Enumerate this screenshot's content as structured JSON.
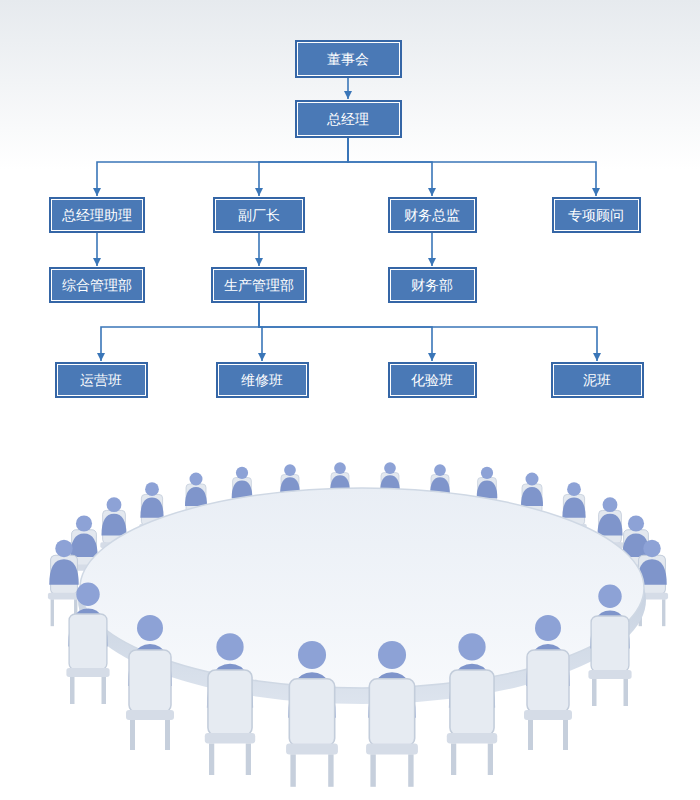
{
  "diagram": {
    "nodes": [
      {
        "text": [
          "董事会"
        ]
      },
      {
        "text": [
          "总经理"
        ]
      },
      {
        "text": [
          "总经理助理"
        ]
      },
      {
        "text": [
          "副厂长"
        ]
      },
      {
        "text": [
          "财务总监"
        ]
      },
      {
        "text": [
          "专项顾问"
        ]
      },
      {
        "text": [
          "综合管理部"
        ]
      },
      {
        "text": [
          "生产管理部"
        ]
      },
      {
        "text": [
          "财务部"
        ]
      },
      {
        "text": [
          "运营班"
        ]
      },
      {
        "text": [
          "维修班"
        ]
      },
      {
        "text": [
          "化验班"
        ]
      },
      {
        "text": [
          "泥班"
        ]
      }
    ],
    "edges": [
      {
        "from": 0,
        "to": 1,
        "arrow": "to"
      },
      {
        "from": 1,
        "to": 2,
        "arrow": "to"
      },
      {
        "from": 1,
        "to": 3,
        "arrow": "to"
      },
      {
        "from": 1,
        "to": 4,
        "arrow": "to"
      },
      {
        "from": 1,
        "to": 5,
        "arrow": "to"
      },
      {
        "from": 2,
        "to": 6,
        "arrow": "to"
      },
      {
        "from": 3,
        "to": 7,
        "arrow": "to"
      },
      {
        "from": 4,
        "to": 8,
        "arrow": "to"
      },
      {
        "from": 7,
        "to": 9,
        "arrow": "to"
      },
      {
        "from": 7,
        "to": 10,
        "arrow": "to"
      },
      {
        "from": 7,
        "to": 11,
        "arrow": "to"
      },
      {
        "from": 7,
        "to": 12,
        "arrow": "to"
      }
    ]
  }
}
